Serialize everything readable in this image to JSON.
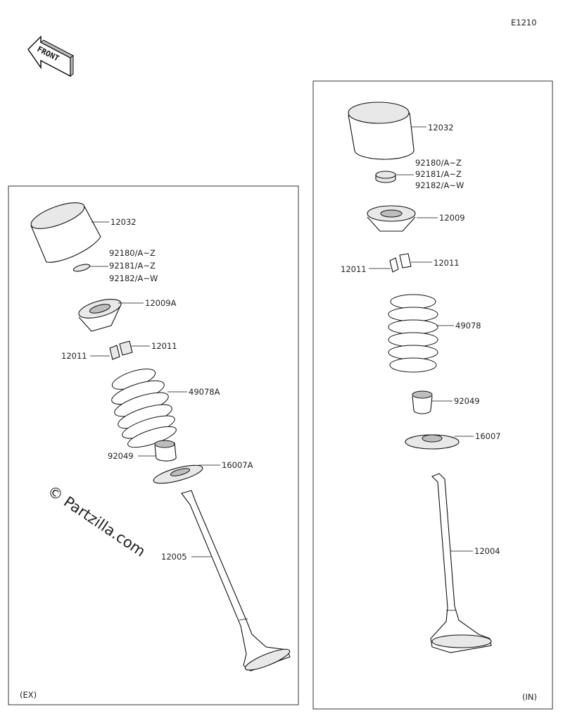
{
  "diagram_id": "E1210",
  "front_label": "FRONT",
  "watermark": "© Partzilla.com",
  "ex_panel": {
    "label": "(EX)",
    "callouts": {
      "tappet": "12032",
      "shim_a": "92180/A~Z",
      "shim_b": "92181/A~Z",
      "shim_c": "92182/A~W",
      "retainer": "12009A",
      "cotter_right": "12011",
      "cotter_left": "12011",
      "spring": "49078A",
      "seal": "92049",
      "seat": "16007A",
      "valve": "12005"
    }
  },
  "in_panel": {
    "label": "(IN)",
    "callouts": {
      "tappet": "12032",
      "shim_a": "92180/A~Z",
      "shim_b": "92181/A~Z",
      "shim_c": "92182/A~W",
      "retainer": "12009",
      "cotter_right": "12011",
      "cotter_left": "12011",
      "spring": "49078",
      "seal": "92049",
      "seat": "16007",
      "valve": "12004"
    }
  }
}
